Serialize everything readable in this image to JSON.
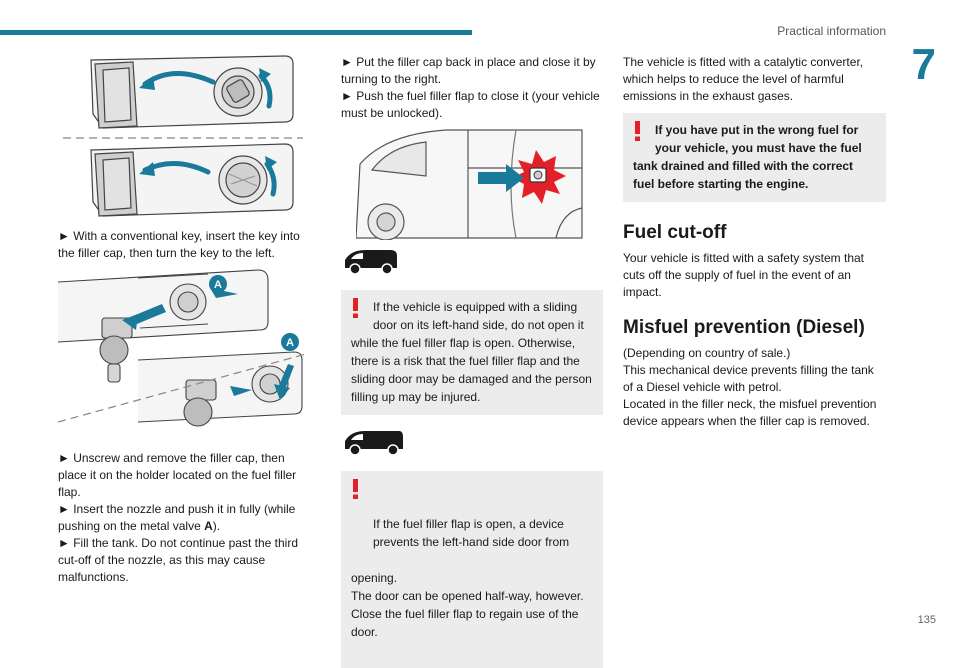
{
  "header": {
    "section_title": "Practical information",
    "chapter_number": "7",
    "page_number": "135"
  },
  "col1": {
    "step_key": "► With a conventional key, insert the key into the filler cap, then turn the key to the left.",
    "steps_fill": [
      "► Unscrew and remove the filler cap, then place it on the holder located on the fuel filler flap.",
      "► Insert the nozzle and push it in fully (while pushing on the metal valve ",
      "► Fill the tank. Do not continue past the third cut-off of the nozzle, as this may cause malfunctions."
    ],
    "valve_label": "A",
    "valve_suffix": ").",
    "figure_label_a": "A"
  },
  "col2": {
    "steps_close": [
      "► Put the filler cap back in place and close it by turning to the right.",
      "► Push the fuel filler flap to close it (your vehicle must be unlocked)."
    ],
    "warning_sliding_first": "If the vehicle is equipped with a sliding door on its left-hand side, do not open it",
    "warning_sliding_rest": "while the fuel filler flap is open. Otherwise, there is a risk that the fuel filler flap and the sliding door may be damaged and the person filling up may be injured.",
    "warning_door_first": "If the fuel filler flap is open, a device prevents the left-hand side door from",
    "warning_door_rest": "opening.\nThe door can be opened half-way, however.\nClose the fuel filler flap to regain use of the door."
  },
  "col3": {
    "intro": "The vehicle is fitted with a catalytic converter, which helps to reduce the level of harmful emissions in the exhaust gases.",
    "warning_fuel_first": "If you have put in the wrong fuel for your vehicle, you must have the fuel",
    "warning_fuel_rest": "tank drained and filled with the correct fuel before starting the engine.",
    "cutoff_heading": "Fuel cut-off",
    "cutoff_text": "Your vehicle is fitted with a safety system that cuts off the supply of fuel in the event of an impact.",
    "misfuel_heading": "Misfuel prevention (Diesel)",
    "misfuel_lines": [
      "(Depending on country of sale.)",
      "This mechanical device prevents filling the tank of a Diesel vehicle with petrol.",
      "Located in the filler neck, the misfuel prevention device appears when the filler cap is removed."
    ]
  },
  "colors": {
    "accent": "#1a7a9a",
    "warning": "#e3202a",
    "warning_bg": "#ececec"
  },
  "icons": [
    "warning-exclamation-icon",
    "van-short-icon",
    "van-long-icon",
    "rotate-arrow-icon",
    "push-arrow-icon"
  ]
}
